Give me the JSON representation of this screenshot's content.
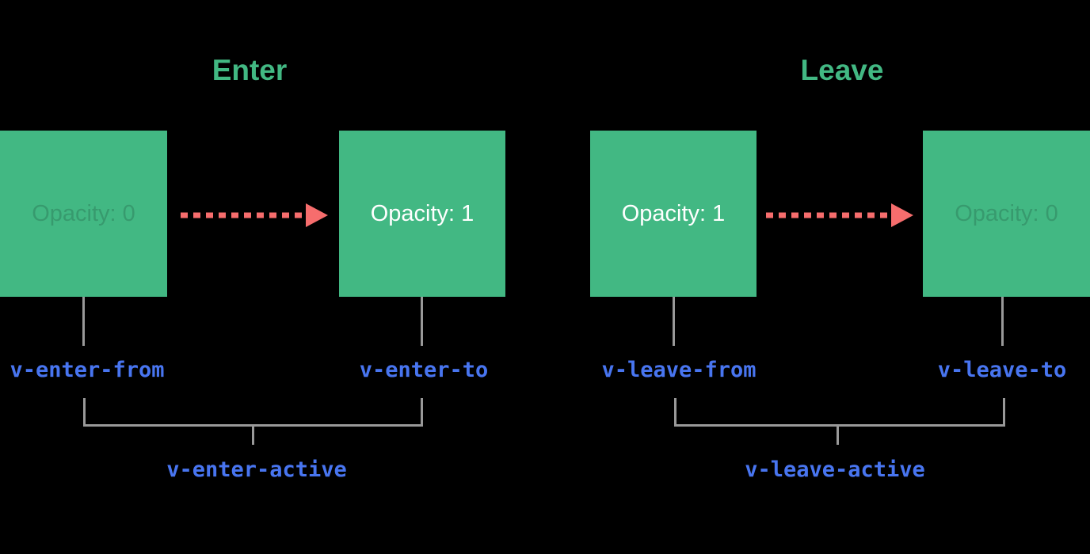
{
  "colors": {
    "background": "#000000",
    "box_green": "#42b883",
    "title_green": "#42b883",
    "arrow_red": "#f66d6d",
    "line_gray": "#999999",
    "class_label_blue": "#4875f0",
    "box_text_white": "#ffffff",
    "box_text_faded": "rgba(0, 0, 0, 0.16)"
  },
  "enter": {
    "title": "Enter",
    "arrow_icon": "dashed-arrow-right-icon",
    "boxes": [
      {
        "label": "Opacity: 0",
        "state": "faded",
        "class_name": "v-enter-from"
      },
      {
        "label": "Opacity: 1",
        "state": "full",
        "class_name": "v-enter-to"
      }
    ],
    "active_class_name": "v-enter-active"
  },
  "leave": {
    "title": "Leave",
    "arrow_icon": "dashed-arrow-right-icon",
    "boxes": [
      {
        "label": "Opacity: 1",
        "state": "full",
        "class_name": "v-leave-from"
      },
      {
        "label": "Opacity: 0",
        "state": "faded",
        "class_name": "v-leave-to"
      }
    ],
    "active_class_name": "v-leave-active"
  }
}
